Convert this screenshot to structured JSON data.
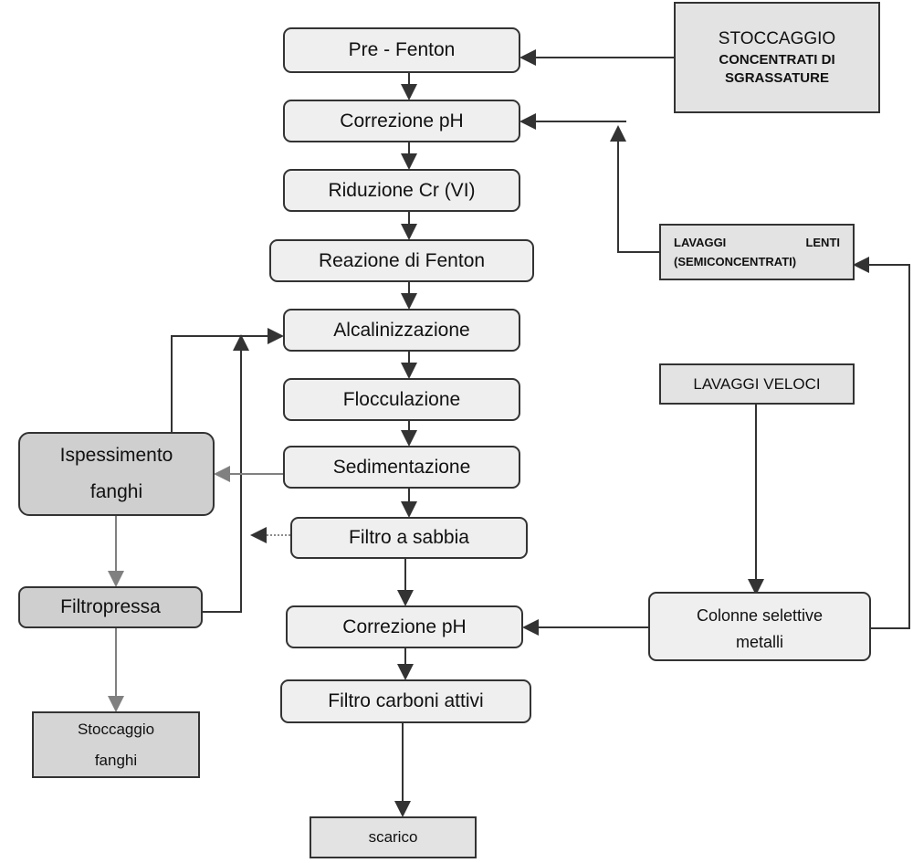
{
  "diagram": {
    "main_flow": [
      {
        "id": "pre-fenton",
        "label": "Pre - Fenton"
      },
      {
        "id": "correzione-ph-1",
        "label": "Correzione pH"
      },
      {
        "id": "riduzione-cr",
        "label": "Riduzione Cr (VI)"
      },
      {
        "id": "reazione-fenton",
        "label": "Reazione di Fenton"
      },
      {
        "id": "alcalinizzazione",
        "label": "Alcalinizzazione"
      },
      {
        "id": "flocculazione",
        "label": "Flocculazione"
      },
      {
        "id": "sedimentazione",
        "label": "Sedimentazione"
      },
      {
        "id": "filtro-sabbia",
        "label": "Filtro a sabbia"
      },
      {
        "id": "correzione-ph-2",
        "label": "Correzione pH"
      },
      {
        "id": "filtro-carboni",
        "label": "Filtro carboni attivi"
      },
      {
        "id": "scarico",
        "label": "scarico"
      }
    ],
    "stoccaggio_concentrati": {
      "line1": "STOCCAGGIO",
      "line2": "CONCENTRATI DI",
      "line3": "SGRASSATURE"
    },
    "lavaggi_lenti": {
      "line1_left": "LAVAGGI",
      "line1_right": "LENTI",
      "line2": "(SEMICONCENTRATI)"
    },
    "lavaggi_veloci": {
      "label": "LAVAGGI VELOCI"
    },
    "colonne_selettive": {
      "line1": "Colonne selettive",
      "line2": "metalli"
    },
    "ispessimento": {
      "line1": "Ispessimento",
      "line2": "fanghi"
    },
    "filtropressa": {
      "label": "Filtropressa"
    },
    "stoccaggio_fanghi": {
      "line1": "Stoccaggio",
      "line2": "fanghi"
    },
    "colors": {
      "line": "#333333",
      "sludge_line": "#808080",
      "process_fill": "#efefef",
      "storage_fill": "#e3e3e3",
      "sludge_fill": "#cfcfcf"
    }
  }
}
